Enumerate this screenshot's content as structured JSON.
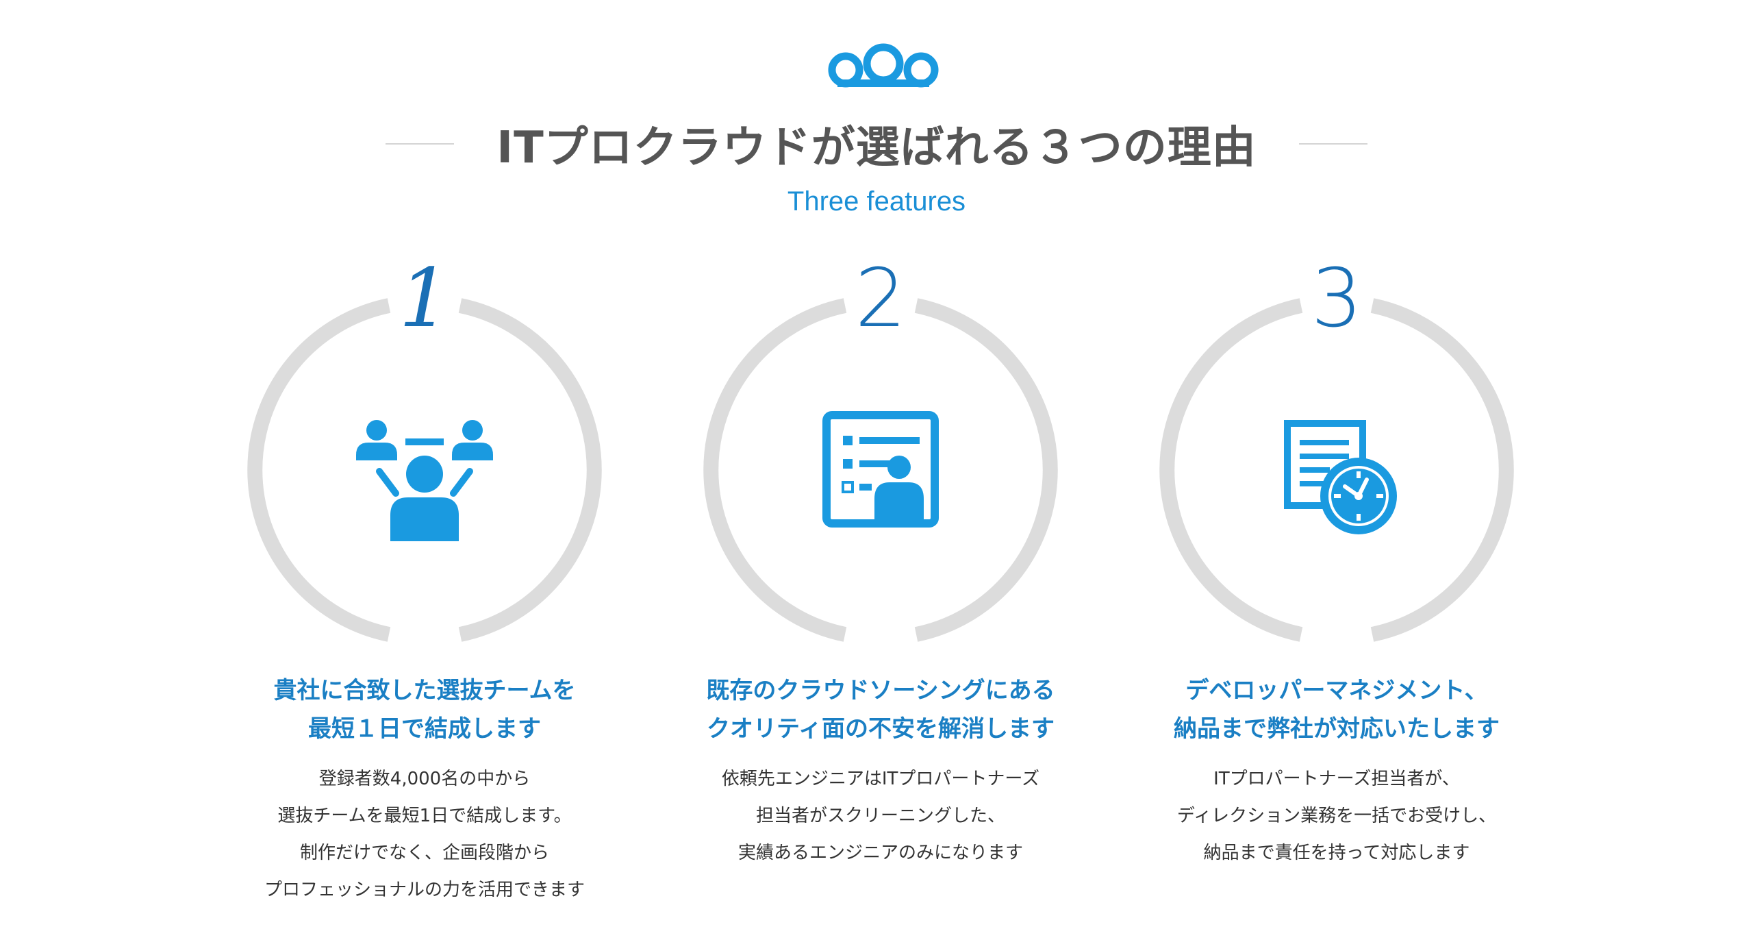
{
  "header": {
    "title": "ITプロクラウドが選ばれる３つの理由",
    "subtitle": "Three features",
    "logo_icon": "cloud-logo-icon",
    "accent_color": "#1a9ae0"
  },
  "features": [
    {
      "number": "1",
      "icon": "team-people-icon",
      "title_lines": [
        "貴社に合致した選抜チームを",
        "最短１日で結成します"
      ],
      "desc_lines": [
        "登録者数4,000名の中から",
        "選抜チームを最短1日で結成します。",
        "制作だけでなく、企画段階から",
        "プロフェッショナルの力を活用できます"
      ]
    },
    {
      "number": "2",
      "icon": "profile-checklist-icon",
      "title_lines": [
        "既存のクラウドソーシングにある",
        "クオリティ面の不安を解消します"
      ],
      "desc_lines": [
        "依頼先エンジニアはITプロパートナーズ",
        "担当者がスクリーニングした、",
        "実績あるエンジニアのみになります"
      ]
    },
    {
      "number": "3",
      "icon": "document-clock-icon",
      "title_lines": [
        "デベロッパーマネジメント、",
        "納品まで弊社が対応いたします"
      ],
      "desc_lines": [
        "ITプロパートナーズ担当者が、",
        "ディレクション業務を一括でお受けし、",
        "納品まで責任を持って対応します"
      ]
    }
  ]
}
